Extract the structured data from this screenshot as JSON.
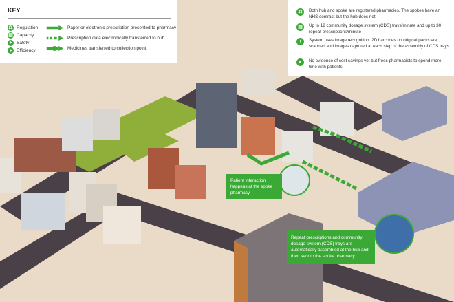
{
  "key": {
    "title": "KEY",
    "icons": [
      {
        "label": "Regulation",
        "icon": "gavel-icon"
      },
      {
        "label": "Capacity",
        "icon": "capacity-icon"
      },
      {
        "label": "Safety",
        "icon": "plus-icon"
      },
      {
        "label": "Efficiency",
        "icon": "person-icon"
      }
    ],
    "arrows": [
      "Paper or electronic prescription presented to pharmacy",
      "Prescription data electronically transferred to hub",
      "Medicines transferred to collection point"
    ]
  },
  "info": [
    {
      "icon": "gavel-icon",
      "text": "Both hub and spoke are registered pharmacies. The spokes have an NHS contract but the hub does not"
    },
    {
      "icon": "capacity-icon",
      "text": "Up to 12 community dosage system (CDS) trays/minute and up to 30 repeat prescriptions/minute"
    },
    {
      "icon": "plus-icon",
      "text": "System uses image recognition. 2D barcodes on original packs are scanned and images captured at each step of the assembly of CDS trays"
    },
    {
      "icon": "person-icon",
      "text": "No evidence of cost savings yet but frees pharmacists to spend more time with patients"
    }
  ],
  "callouts": {
    "spoke": "Patient interaction happens at the spoke pharmacy",
    "hub": "Repeat prescriptions and community dosage system (CDS) trays are automatically assembled at the hub and then sent to the spoke pharmacy"
  },
  "colors": {
    "green": "#3aa935",
    "road": "#4a4048",
    "ground": "#eadbc8"
  }
}
